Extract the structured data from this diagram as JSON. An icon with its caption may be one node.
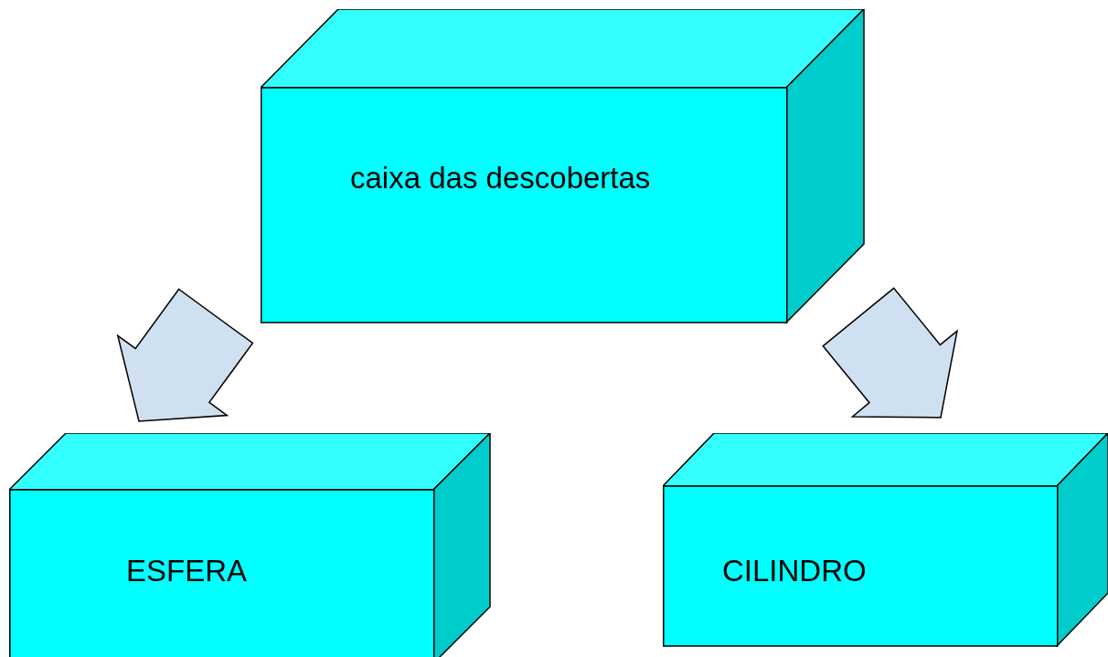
{
  "diagram": {
    "nodes": [
      {
        "text": [
          "caixa das descobertas"
        ]
      },
      {
        "text": [
          "ESFERA"
        ]
      },
      {
        "text": [
          "CILINDRO"
        ]
      }
    ],
    "edges": [
      {
        "from": 0,
        "to": 1,
        "arrow": "to"
      },
      {
        "from": 0,
        "to": 2,
        "arrow": "to"
      }
    ]
  }
}
